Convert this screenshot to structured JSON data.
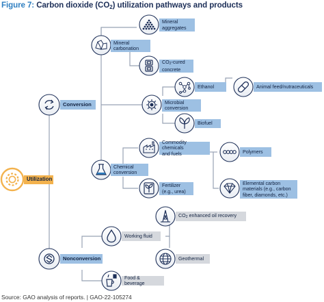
{
  "figure": {
    "label": "Figure 7:",
    "title_pre": "Carbon dioxide (CO",
    "title_sub": "2",
    "title_post": ") utilization pathways and products"
  },
  "source": "Source: GAO analysis of reports.  |  GAO-22-105274",
  "colors": {
    "navy": "#1d2f58",
    "blue_fill": "#9dc0e3",
    "gray_fill": "#d5d8dd",
    "orange_fill": "#f3b24d",
    "line": "#98a2b3"
  },
  "nodes": {
    "utilization": {
      "label": "Utilization",
      "icon": "gear-icon"
    },
    "conversion": {
      "label": "Conversion",
      "icon": "cycle-arrows-icon"
    },
    "nonconversion": {
      "label": "Nonconversion",
      "icon": "recycle-icon"
    },
    "mineral_carbonation": {
      "label": "Mineral\ncarbonation",
      "icon": "rocks-icon"
    },
    "mineral_aggregates": {
      "label": "Mineral\naggregates",
      "icon": "aggregate-pile-icon"
    },
    "co2_cured_concrete": {
      "label_pre": "CO",
      "label_sub": "2",
      "label_post": "-cured\nconcrete",
      "icon": "concrete-blocks-icon"
    },
    "microbial_conversion": {
      "label": "Microbial\nconversion",
      "icon": "microbe-icon"
    },
    "ethanol": {
      "label": "Ethanol",
      "icon": "molecule-icon"
    },
    "animal_feed": {
      "label": "Animal feed/nutraceuticals",
      "icon": "capsule-icon"
    },
    "biofuel": {
      "label": "Biofuel",
      "icon": "leaves-icon"
    },
    "chemical_conversion": {
      "label": "Chemical\nconversion",
      "icon": "flask-icon"
    },
    "commodity_chemicals": {
      "label": "Commodity chemicals\nand fuels",
      "icon": "factory-icon"
    },
    "polymers": {
      "label": "Polymers",
      "icon": "polymer-chain-icon"
    },
    "fertilizer": {
      "label": "Fertilizer\n(e.g., urea)",
      "icon": "sprout-icon"
    },
    "elemental_carbon": {
      "label": "Elemental carbon\nmaterials (e.g., carbon\nfiber, diamonds, etc.)",
      "icon": "diamond-icon"
    },
    "eor": {
      "label_pre": "CO",
      "label_sub": "2",
      "label_post": " enhanced oil recovery",
      "icon": "oil-derrick-icon"
    },
    "working_fluid": {
      "label": "Working fluid",
      "icon": "droplet-icon"
    },
    "geothermal": {
      "label": "Geothermal",
      "icon": "earth-layers-icon"
    },
    "food_beverage": {
      "label": "Food & beverage",
      "icon": "cup-icon"
    }
  }
}
